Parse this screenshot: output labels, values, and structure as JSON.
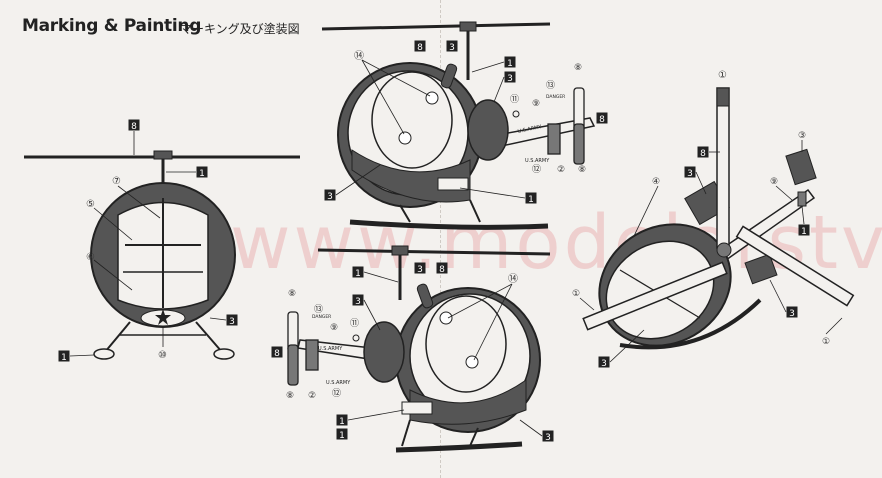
{
  "title_en": "Marking & Painting",
  "title_jp": "マーキング及び塗装図",
  "watermark": "www.modelarstvi.cz",
  "decal_text": {
    "danger": "DANGER",
    "us_army": "U.S.ARMY"
  },
  "callouts": {
    "n1": "1",
    "n3": "3",
    "n8": "8"
  },
  "decal_refs": {
    "r1": "①",
    "r2": "②",
    "r3": "③",
    "r4": "④",
    "r5": "⑤",
    "r6": "⑥",
    "r7": "⑦",
    "r8": "⑧",
    "r9": "⑨",
    "r10": "⑩",
    "r11": "⑪",
    "r12": "⑫",
    "r13": "⑬",
    "r14": "⑭"
  },
  "colors": {
    "paint_dark": "#4a4a4a",
    "paint_mid": "#6b6b6b",
    "line": "#222222",
    "watermark": "#e8a8a8"
  }
}
